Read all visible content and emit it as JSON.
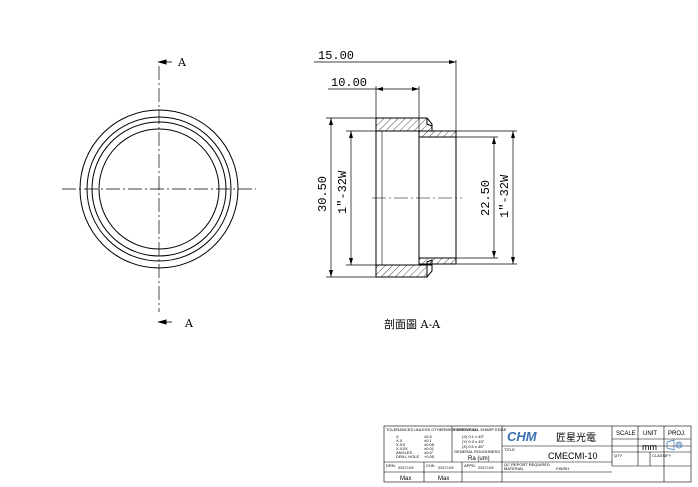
{
  "section_markers": {
    "top": "A",
    "bottom": "A"
  },
  "dimensions": {
    "overall_length": "15.00",
    "step_length": "10.00",
    "outer_diameter": "30.50",
    "outer_thread": "1\"-32W",
    "inner_diameter": "22.50",
    "inner_thread": "1\"-32W"
  },
  "section_caption": "剖面圖 A-A",
  "title_block": {
    "tolerance_header": "TOLERANCES UNLESS OTHERWISE SPECIFIED",
    "tolerance_rows": [
      "X",
      "X.X",
      "X.XX",
      "X.XXX",
      "ANGLES",
      "DRILL HOLE"
    ],
    "tolerance_values": [
      "±0.5",
      "±0.1",
      "±0.05",
      "±0.01",
      "±0.5°",
      "+0.05"
    ],
    "edge_header": "REMOVE ALL SHARP EDGE",
    "edge_values": [
      "(X) 0.1 x 45°",
      "(Y) 0.3 x 45°",
      "(Z) 0.5 x 45°"
    ],
    "roughness_label": "GENERAL ROUGHNESS",
    "roughness_unit": "Ra (um)",
    "company_logo": "CHM",
    "company_name": "匠星光電",
    "scale_label": "SCALE",
    "unit_label": "UNIT",
    "proj_label": "PROJ.",
    "unit_value": "mm",
    "title_label": "TITLE",
    "part_number": "CMECMI-10",
    "qty_label": "QTY",
    "class_label": "CLASSIFY",
    "drn_label": "DRN.",
    "chk_label": "CHK.",
    "appd_label": "APPD.",
    "drn_date": "2017/1/5",
    "chk_date": "2017/1/5",
    "appd_date": "2017/1/5",
    "material_label": "MATERIAL",
    "finish_label": "FINISH",
    "qc_label": "QC REPORT REQUIRED",
    "signature_1": "Max",
    "signature_2": "Max"
  }
}
